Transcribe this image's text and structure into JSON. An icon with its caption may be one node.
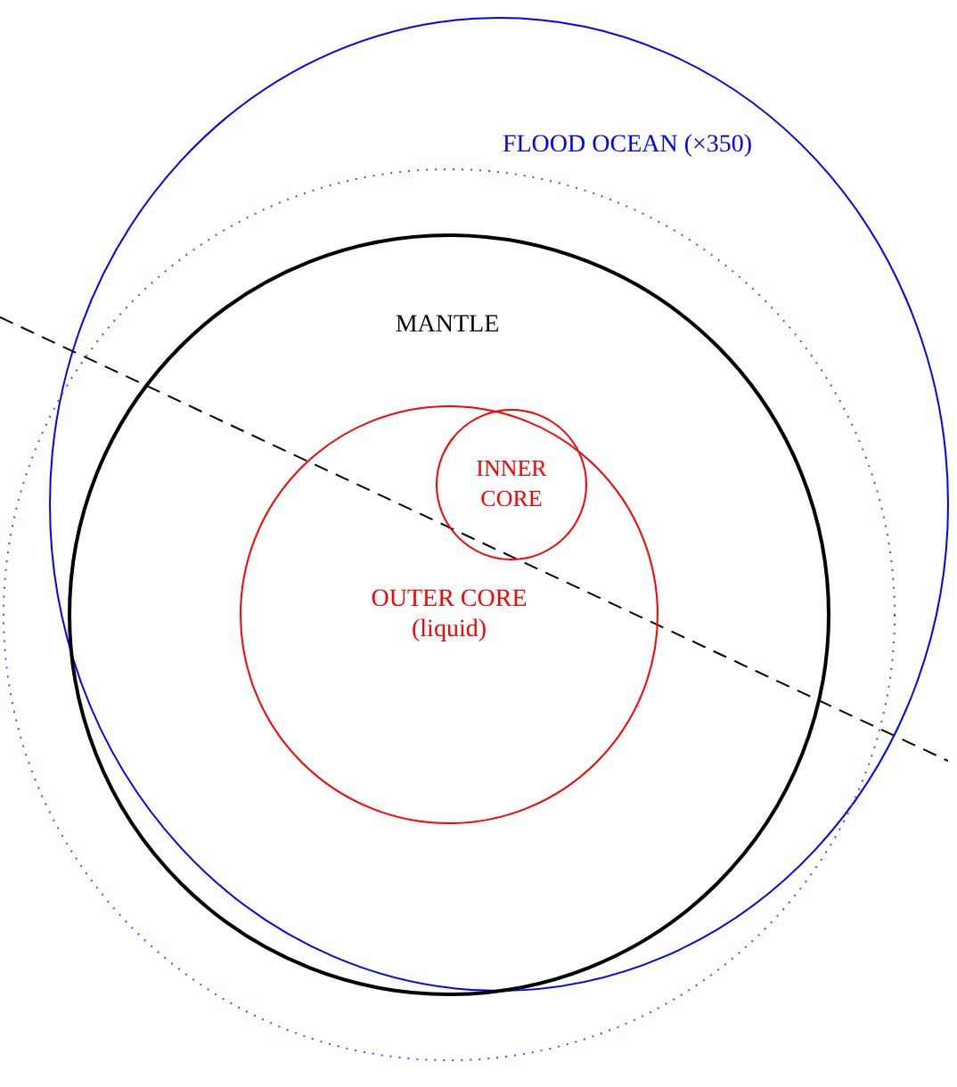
{
  "diagram": {
    "nodes": [
      {
        "text": [
          "FLOOD OCEAN (×350)"
        ]
      },
      {
        "text": [],
        "shape": "circle"
      },
      {
        "text": [
          "MANTLE"
        ],
        "in": 1
      },
      {
        "text": [
          "OUTER CORE",
          "(liquid)"
        ],
        "in": 2
      },
      {
        "text": [
          "INNER CORE"
        ],
        "in": 3
      }
    ]
  }
}
